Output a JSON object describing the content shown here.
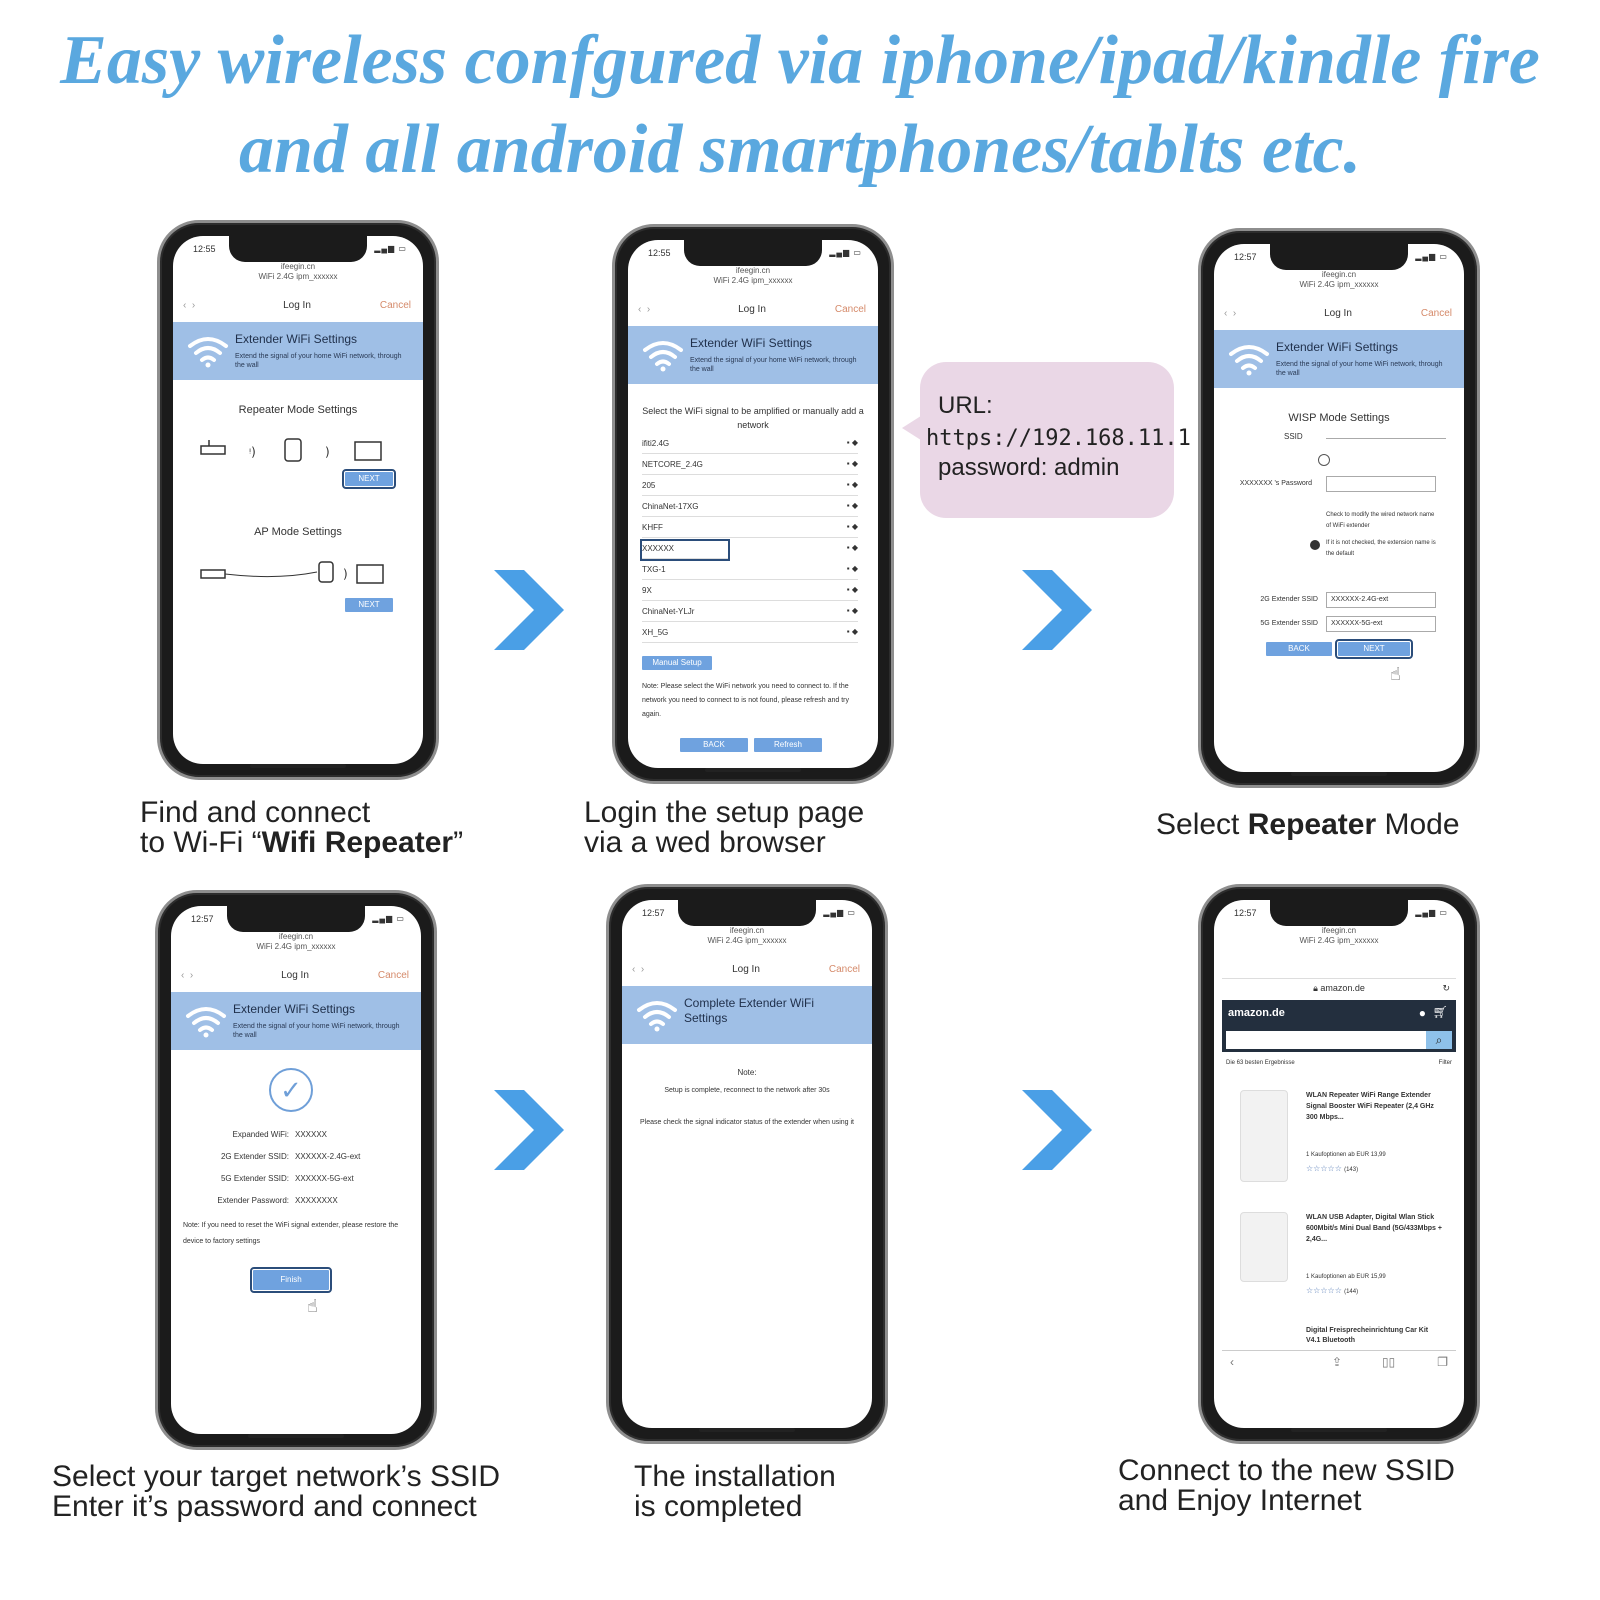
{
  "headline": {
    "line1": "Easy wireless confgured via iphone/ipad/kindle fire",
    "line2": "and all android smartphones/tablts etc."
  },
  "colors": {
    "headline": "#5aa8df",
    "arrow": "#4a9fe6",
    "banner": "#9fbfe6",
    "bubble": "#ead7e6"
  },
  "phone_common": {
    "domain": "ifeegin.cn",
    "ssid_line": "WiFi 2.4G ipm_xxxxxx",
    "login": "Log In",
    "cancel": "Cancel",
    "banner_title": "Extender WiFi Settings",
    "banner_sub": "Extend the signal of your home WiFi network, through the wall"
  },
  "step1": {
    "time": "12:55",
    "repeater_title": "Repeater Mode Settings",
    "ap_title": "AP Mode Settings",
    "next": "NEXT",
    "caption_line1": "Find and connect",
    "caption_line2_prefix": "to Wi-Fi “",
    "caption_line2_bold": "Wifi Repeater",
    "caption_line2_suffix": "”"
  },
  "step2": {
    "time": "12:55",
    "instruction": "Select the WiFi signal to be amplified or manually add a network",
    "networks": [
      "ifiti2.4G",
      "NETCORE_2.4G",
      "205",
      "ChinaNet-17XG",
      "KHFF",
      "XXXXXX",
      "TXG-1",
      "9X",
      "ChinaNet-YLJr",
      "XH_5G"
    ],
    "manual_setup": "Manual Setup",
    "note": "Note: Please select the WiFi network you need to connect to. If the network you need to connect to is not found, please refresh and try again.",
    "back": "BACK",
    "refresh": "Refresh",
    "caption_line1": "Login the setup page",
    "caption_line2": "via a wed browser"
  },
  "bubble": {
    "url_label": "URL:",
    "url": "https://192.168.11.1",
    "password": "password: admin"
  },
  "step3": {
    "time": "12:57",
    "mode_title": "WISP Mode Settings",
    "ssid_label": "SSID",
    "password_label": "XXXXXXX 's Password",
    "check_text": "Check to modify the wired network name of WiFi extender",
    "uncheck_text": "If it is not checked, the extension name is the default",
    "ssid_24": "2G Extender SSID",
    "ssid_5": "5G Extender SSID",
    "value_24": "XXXXXX-2.4G-ext",
    "value_5": "XXXXXX-5G-ext",
    "back": "BACK",
    "next": "NEXT",
    "caption_prefix": "Select ",
    "caption_bold": "Repeater",
    "caption_suffix": " Mode"
  },
  "step4": {
    "time": "12:57",
    "expanded_label": "Expanded WiFi:",
    "expanded_value": "XXXXXX",
    "ssid24_label": "2G Extender SSID:",
    "ssid24_value": "XXXXXX-2.4G-ext",
    "ssid5_label": "5G Extender SSID:",
    "ssid5_value": "XXXXXX-5G-ext",
    "pwd_label": "Extender Password:",
    "pwd_value": "XXXXXXXX",
    "note": "Note: If you need to reset the WiFi signal extender, please restore the device to factory settings",
    "finish": "Finish",
    "caption_line1": "Select your target network’s SSID",
    "caption_line2": "Enter it’s password and connect"
  },
  "step5": {
    "time": "12:57",
    "banner_title": "Complete Extender WiFi Settings",
    "note_label": "Note:",
    "note1": "Setup is complete, reconnect to the network after 30s",
    "note2": "Please check the signal indicator status of the extender when using it",
    "caption_line1": "The installation",
    "caption_line2": "is completed"
  },
  "step6": {
    "time": "12:57",
    "address": "amazon.de",
    "logo": "amazon.de",
    "results_label": "Die 63 besten Ergebnisse",
    "filter": "Filter",
    "product1_title": "WLAN Repeater WiFi Range Extender Signal Booster WiFi Repeater (2,4 GHz 300 Mbps...",
    "product1_price": "1 Kaufoptionen ab EUR 13,99",
    "product1_reviews": "(143)",
    "product2_title": "WLAN USB Adapter, Digital Wlan Stick 600Mbit/s Mini Dual Band (5G/433Mbps + 2,4G...",
    "product2_price": "1 Kaufoptionen ab EUR 15,99",
    "product2_reviews": "(144)",
    "product3_title": "Digital Freisprecheinrichtung Car Kit V4.1 Bluetooth",
    "caption_line1": "Connect to the new SSID",
    "caption_line2": "and Enjoy Internet"
  }
}
